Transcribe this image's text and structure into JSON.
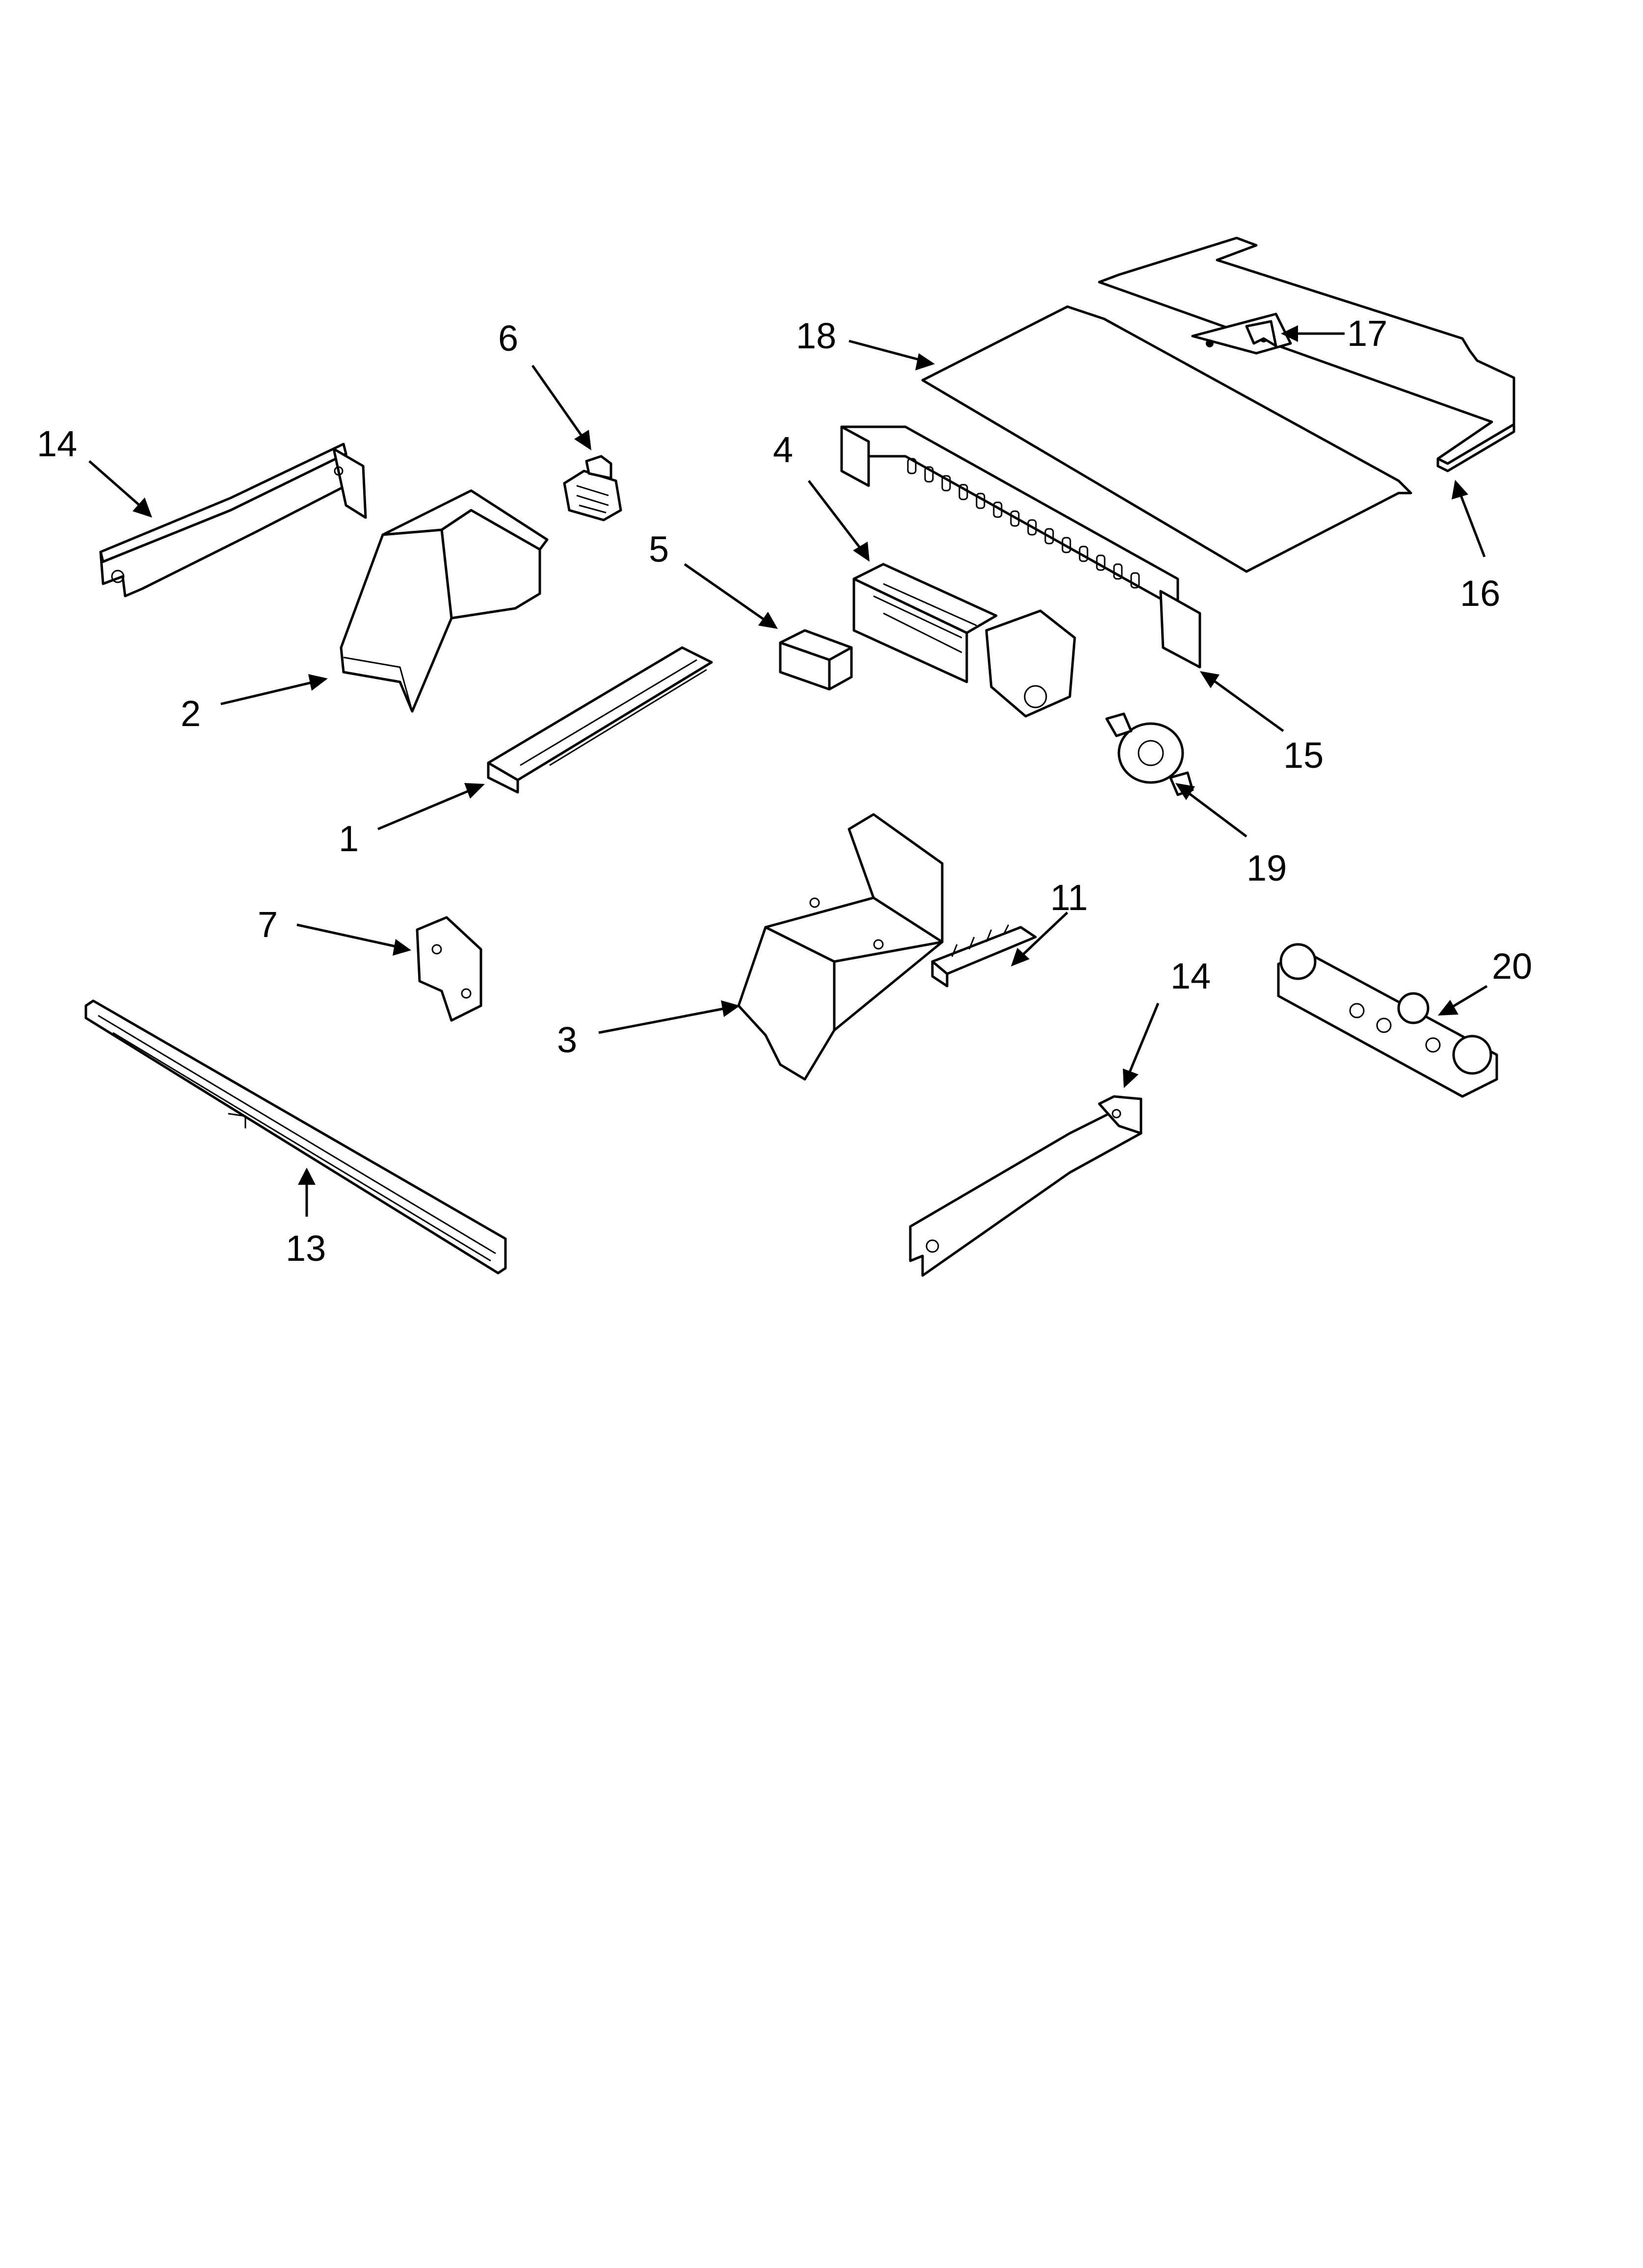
{
  "callouts": {
    "c1": "1",
    "c2": "2",
    "c3": "3",
    "c4": "4",
    "c5": "5",
    "c6": "6",
    "c7": "7",
    "c11": "11",
    "c13": "13",
    "c14a": "14",
    "c14b": "14",
    "c15": "15",
    "c16": "16",
    "c17": "17",
    "c18": "18",
    "c19": "19",
    "c20": "20"
  }
}
